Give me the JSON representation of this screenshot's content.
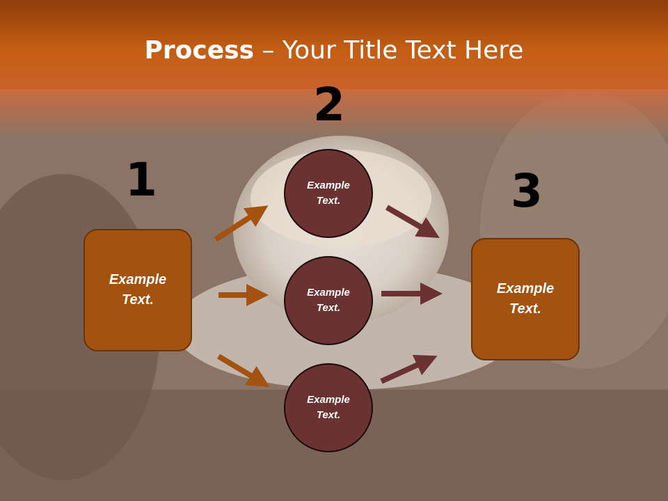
{
  "slide": {
    "title_bold": "Process",
    "title_rest": " – Your Title Text Here"
  },
  "steps": {
    "one": "1",
    "two": "2",
    "three": "3"
  },
  "nodes": {
    "left_box": "Example\nText.",
    "right_box": "Example\nText.",
    "circle_top": "Example\nText.",
    "circle_middle": "Example\nText.",
    "circle_bottom": "Example\nText."
  },
  "colors": {
    "header": "#c45e14",
    "box_fill": "#a4520f",
    "circle_fill": "#6b3232",
    "arrow_orange": "#a4520f",
    "arrow_dark": "#6b3232"
  }
}
